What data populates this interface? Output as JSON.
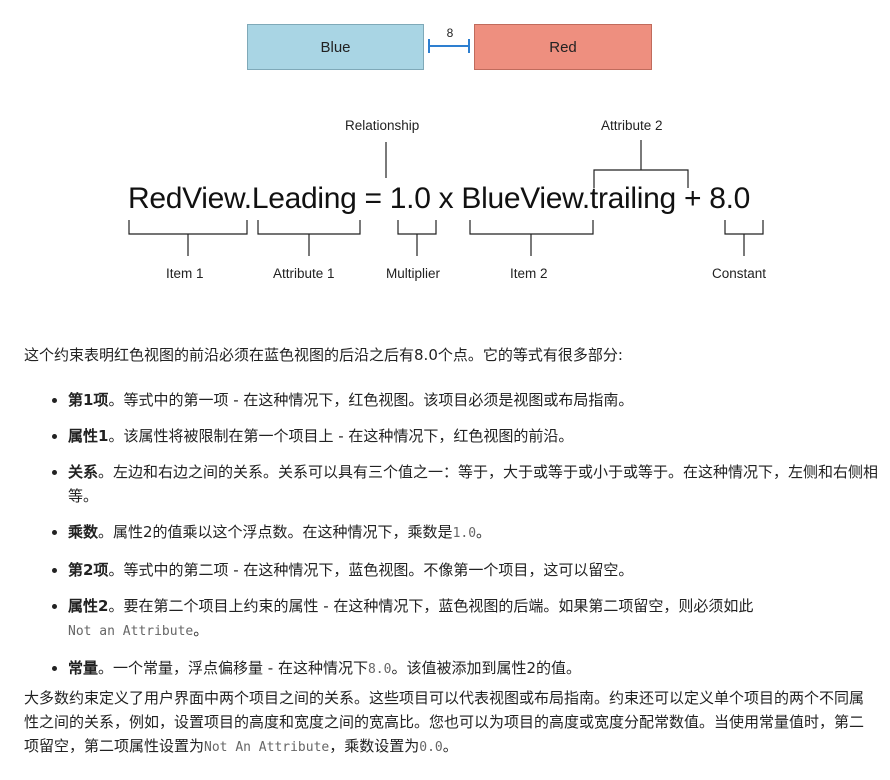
{
  "diagram": {
    "blue_label": "Blue",
    "red_label": "Red",
    "gap_value": "8",
    "equation": {
      "item1": "RedView",
      "dot1": ".",
      "attr1": "Leading",
      "eq": " = ",
      "multiplier": "1.0",
      "x": " x ",
      "item2": "BlueView",
      "dot2": ".",
      "attr2": "trailing",
      "plus": " + ",
      "constant": "8.0"
    },
    "labels": {
      "relationship": "Relationship",
      "attribute2": "Attribute 2",
      "item1": "Item 1",
      "attribute1": "Attribute 1",
      "multiplier": "Multiplier",
      "item2": "Item 2",
      "constant": "Constant"
    }
  },
  "intro": "这个约束表明红色视图的前沿必须在蓝色视图的后沿之后有8.0个点。它的等式有很多部分:",
  "bullets": [
    {
      "term": "第1项",
      "text": "。等式中的第一项 - 在这种情况下，红色视图。该项目必须是视图或布局指南。"
    },
    {
      "term": "属性1",
      "text": "。该属性将被限制在第一个项目上 - 在这种情况下，红色视图的前沿。"
    },
    {
      "term": "关系",
      "text": "。左边和右边之间的关系。关系可以具有三个值之一：等于，大于或等于或小于或等于。在这种情况下，左侧和右侧相等。"
    },
    {
      "term": "乘数",
      "text": "。属性2的值乘以这个浮点数。在这种情况下，乘数是",
      "code": "1.0",
      "tail": "。"
    },
    {
      "term": "第2项",
      "text": "。等式中的第二项 - 在这种情况下，蓝色视图。不像第一个项目，这可以留空。"
    },
    {
      "term": "属性2",
      "text": "。要在第二个项目上约束的属性 - 在这种情况下，蓝色视图的后端。如果第二项留空，则必须如此",
      "code": "Not an Attribute",
      "tail": "。"
    },
    {
      "term": "常量",
      "text": "。一个常量，浮点偏移量 - 在这种情况下",
      "code": "8.0",
      "tail": "。该值被添加到属性2的值。"
    }
  ],
  "outro": {
    "text": "大多数约束定义了用户界面中两个项目之间的关系。这些项目可以代表视图或布局指南。约束还可以定义单个项目的两个不同属性之间的关系，例如，设置项目的高度和宽度之间的宽高比。您也可以为项目的高度或宽度分配常数值。当使用常量值时，第二项留空，第二项属性设置为",
    "code1": "Not An Attribute",
    "mid": "，乘数设置为",
    "code2": "0.0",
    "tail": "。"
  }
}
